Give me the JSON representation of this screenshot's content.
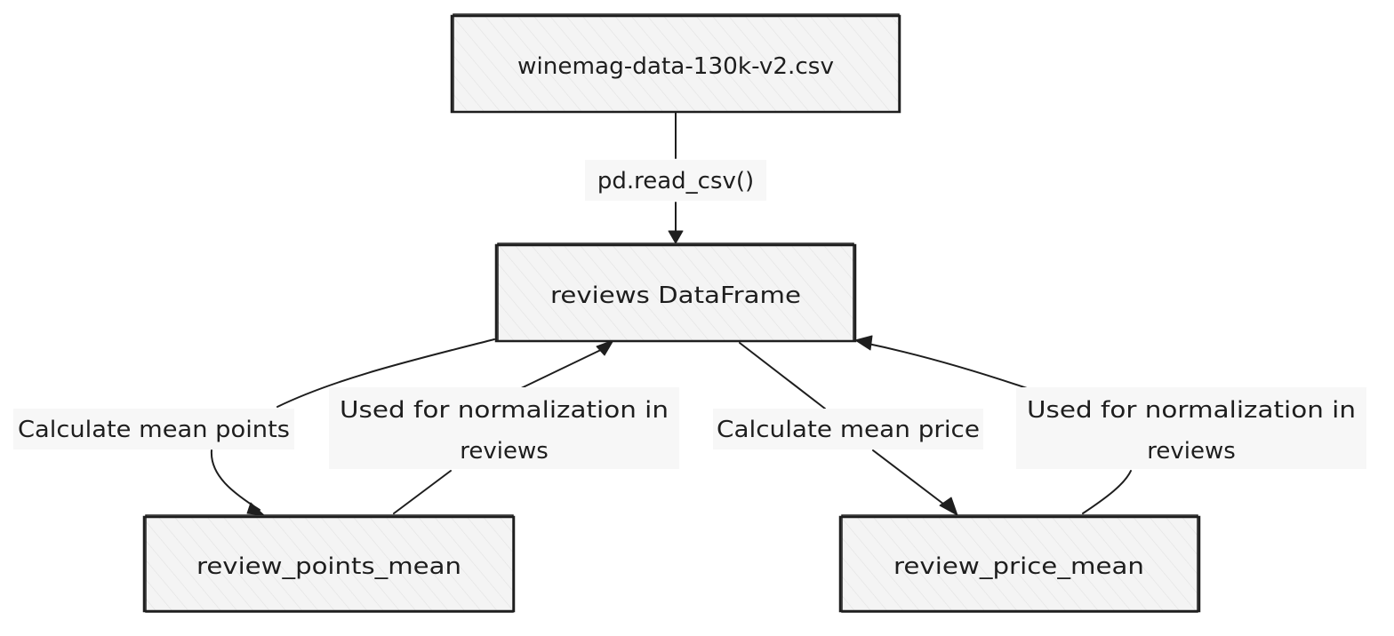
{
  "nodes": {
    "csv_file": {
      "label": "winemag-data-130k-v2.csv"
    },
    "reviews_df": {
      "label": "reviews DataFrame"
    },
    "points_mean": {
      "label": "review_points_mean"
    },
    "price_mean": {
      "label": "review_price_mean"
    }
  },
  "edges": {
    "read_csv": {
      "label": "pd.read_csv()"
    },
    "calc_points": {
      "label": "Calculate mean points"
    },
    "norm_points": {
      "line1": "Used for normalization in",
      "line2": "reviews"
    },
    "calc_price": {
      "label": "Calculate mean price"
    },
    "norm_price": {
      "line1": "Used for normalization in",
      "line2": "reviews"
    }
  },
  "colors": {
    "stroke": "#1e1e1e",
    "box_fill": "#f3f3f3",
    "label_background": "#f7f7f7"
  }
}
